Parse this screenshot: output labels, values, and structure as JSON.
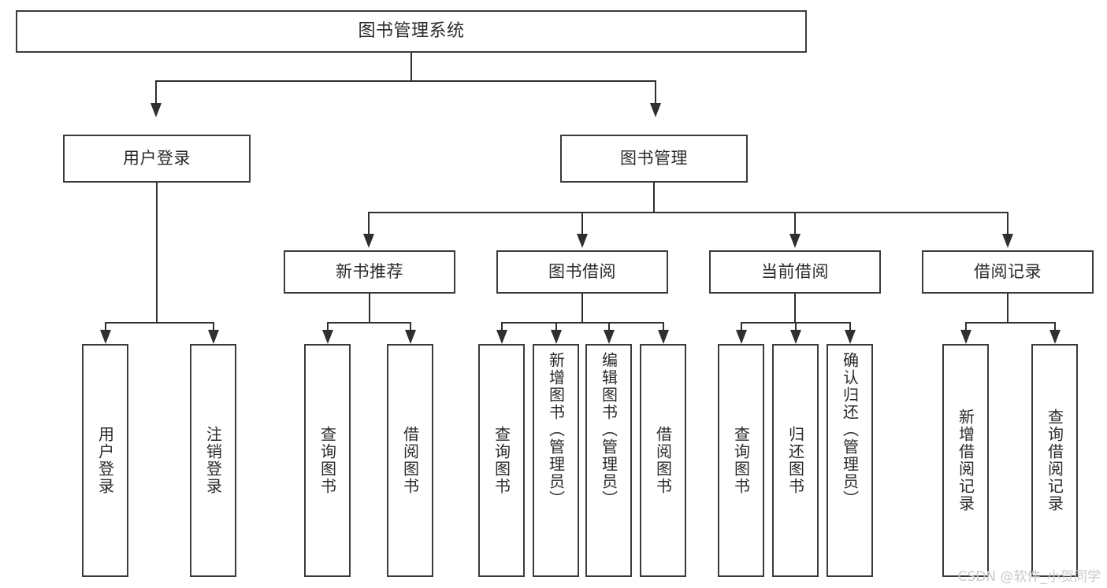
{
  "diagram": {
    "type": "tree",
    "title": "图书管理系统",
    "watermark": "CSDN @软件_小贺同学",
    "colors": {
      "box_border": "#3b3b3b",
      "connector": "#2f2f2f",
      "background": "#ffffff",
      "text": "#2a2a2a",
      "watermark": "#c9c9c9"
    },
    "nodes": {
      "root": {
        "label": "图书管理系统"
      },
      "level2": [
        {
          "label": "用户登录"
        },
        {
          "label": "图书管理"
        }
      ],
      "level3": [
        {
          "label": "新书推荐"
        },
        {
          "label": "图书借阅"
        },
        {
          "label": "当前借阅"
        },
        {
          "label": "借阅记录"
        }
      ],
      "leaves": {
        "user_login": [
          {
            "label": "用户登录"
          },
          {
            "label": "注销登录"
          }
        ],
        "new_book": [
          {
            "label": "查询图书"
          },
          {
            "label": "借阅图书"
          }
        ],
        "book_borrow": [
          {
            "label": "查询图书"
          },
          {
            "label": "新增图书（管理员）"
          },
          {
            "label": "编辑图书（管理员）"
          },
          {
            "label": "借阅图书"
          }
        ],
        "current_borrow": [
          {
            "label": "查询图书"
          },
          {
            "label": "归还图书"
          },
          {
            "label": "确认归还（管理员）"
          }
        ],
        "borrow_record": [
          {
            "label": "新增借阅记录"
          },
          {
            "label": "查询借阅记录"
          }
        ]
      }
    }
  }
}
